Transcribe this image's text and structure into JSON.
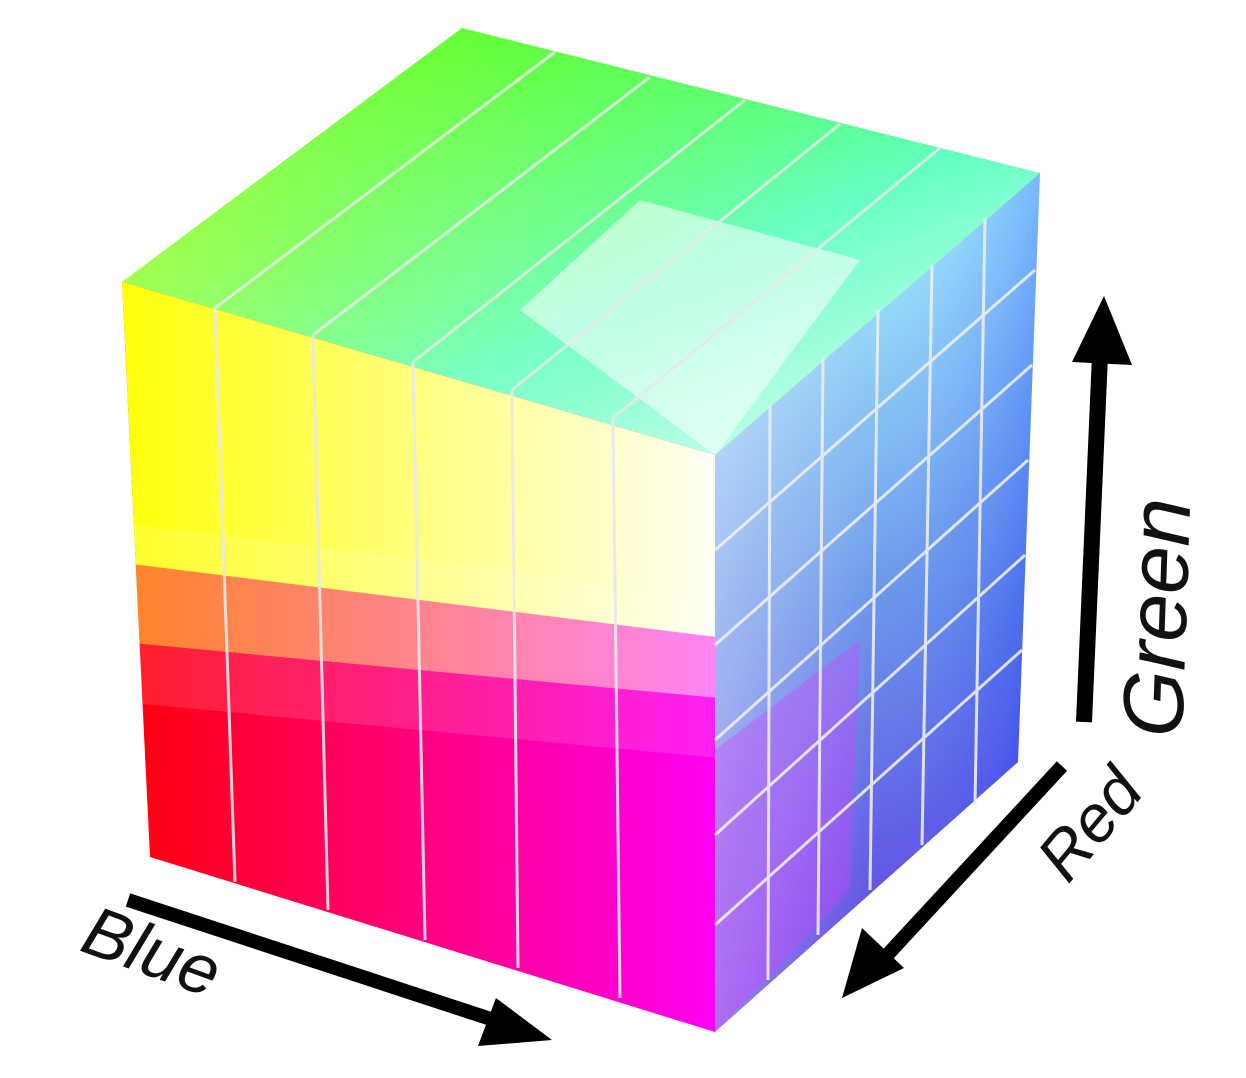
{
  "axes": {
    "blue": {
      "label": "Blue"
    },
    "red": {
      "label": "Red"
    },
    "green": {
      "label": "Green"
    }
  },
  "colors": {
    "yellow": "#ffff00",
    "green": "#2bff00",
    "cyan": "#00ffff",
    "white": "#ffffff",
    "red": "#ff0000",
    "magenta": "#ff00ff",
    "blue": "#0000ff",
    "grid_line": "#e8e8e8",
    "arrow": "#000000"
  }
}
